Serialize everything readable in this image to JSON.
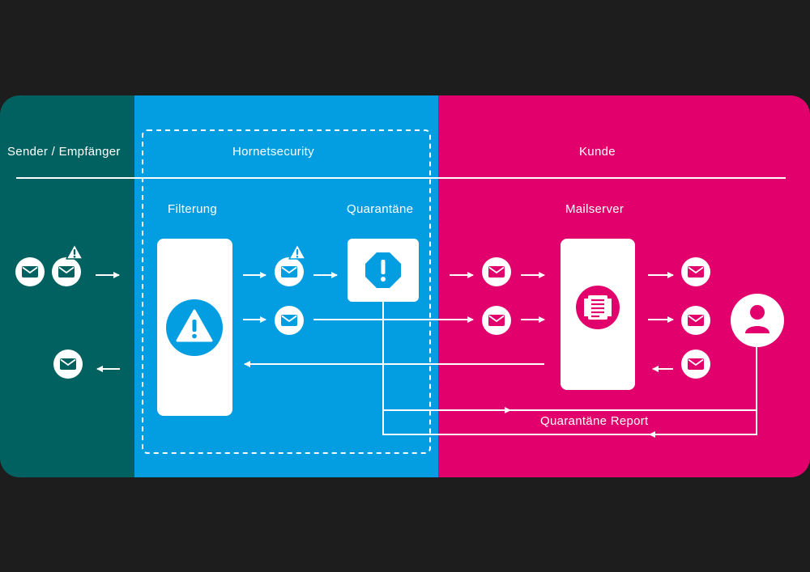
{
  "colors": {
    "background": "#1d1d1d",
    "sender_panel": "#006160",
    "hornetsecurity_panel": "#029ee1",
    "kunde_panel": "#e1006c",
    "line": "#ffffff"
  },
  "sections": {
    "sender": "Sender / Empfänger",
    "hornetsecurity": "Hornetsecurity",
    "kunde": "Kunde"
  },
  "nodes": {
    "filterung": "Filterung",
    "quarantaene": "Quarantäne",
    "mailserver": "Mailserver"
  },
  "flows": {
    "quarantine_report": "Quarantäne Report"
  },
  "icons": [
    "envelope-icon",
    "warning-icon",
    "warning-triangle-icon",
    "quarantine-stop-icon",
    "mailserver-icon",
    "user-icon",
    "arrow-icon"
  ]
}
